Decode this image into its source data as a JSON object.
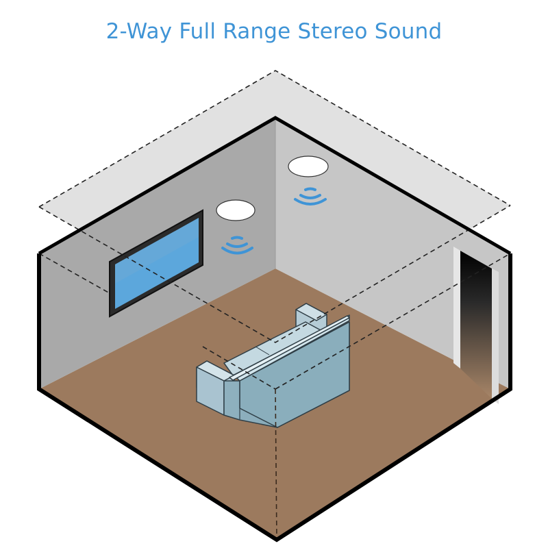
{
  "header": {
    "title": "2-Way Full Range Stereo Sound",
    "title_color": "#3f94d6"
  },
  "diagram": {
    "type": "isometric-room-cutaway",
    "elements": [
      {
        "name": "room",
        "description": "Cutaway living room with gray walls and brown floor"
      },
      {
        "name": "ceiling-plane",
        "description": "Dashed translucent ceiling plane floating above the room"
      },
      {
        "name": "ceiling-speaker-left",
        "icon": "speaker-icon"
      },
      {
        "name": "ceiling-speaker-right",
        "icon": "speaker-icon"
      },
      {
        "name": "sound-waves-left",
        "icon": "sound-wave-icon"
      },
      {
        "name": "sound-waves-right",
        "icon": "sound-wave-icon"
      },
      {
        "name": "wall-tv",
        "icon": "tv-icon"
      },
      {
        "name": "sofa",
        "icon": "sofa-icon"
      },
      {
        "name": "doorway",
        "icon": "door-icon"
      }
    ],
    "colors": {
      "wall_left": "#a9a9a9",
      "wall_right": "#c4c4c4",
      "floor": "#9c7a5e",
      "ceiling_plane": "#dcdcdc",
      "outline": "#000000",
      "speaker": "#ffffff",
      "wave": "#3f94d6",
      "tv_screen": "#5ca7dc",
      "sofa": "#a9c3d0"
    }
  }
}
